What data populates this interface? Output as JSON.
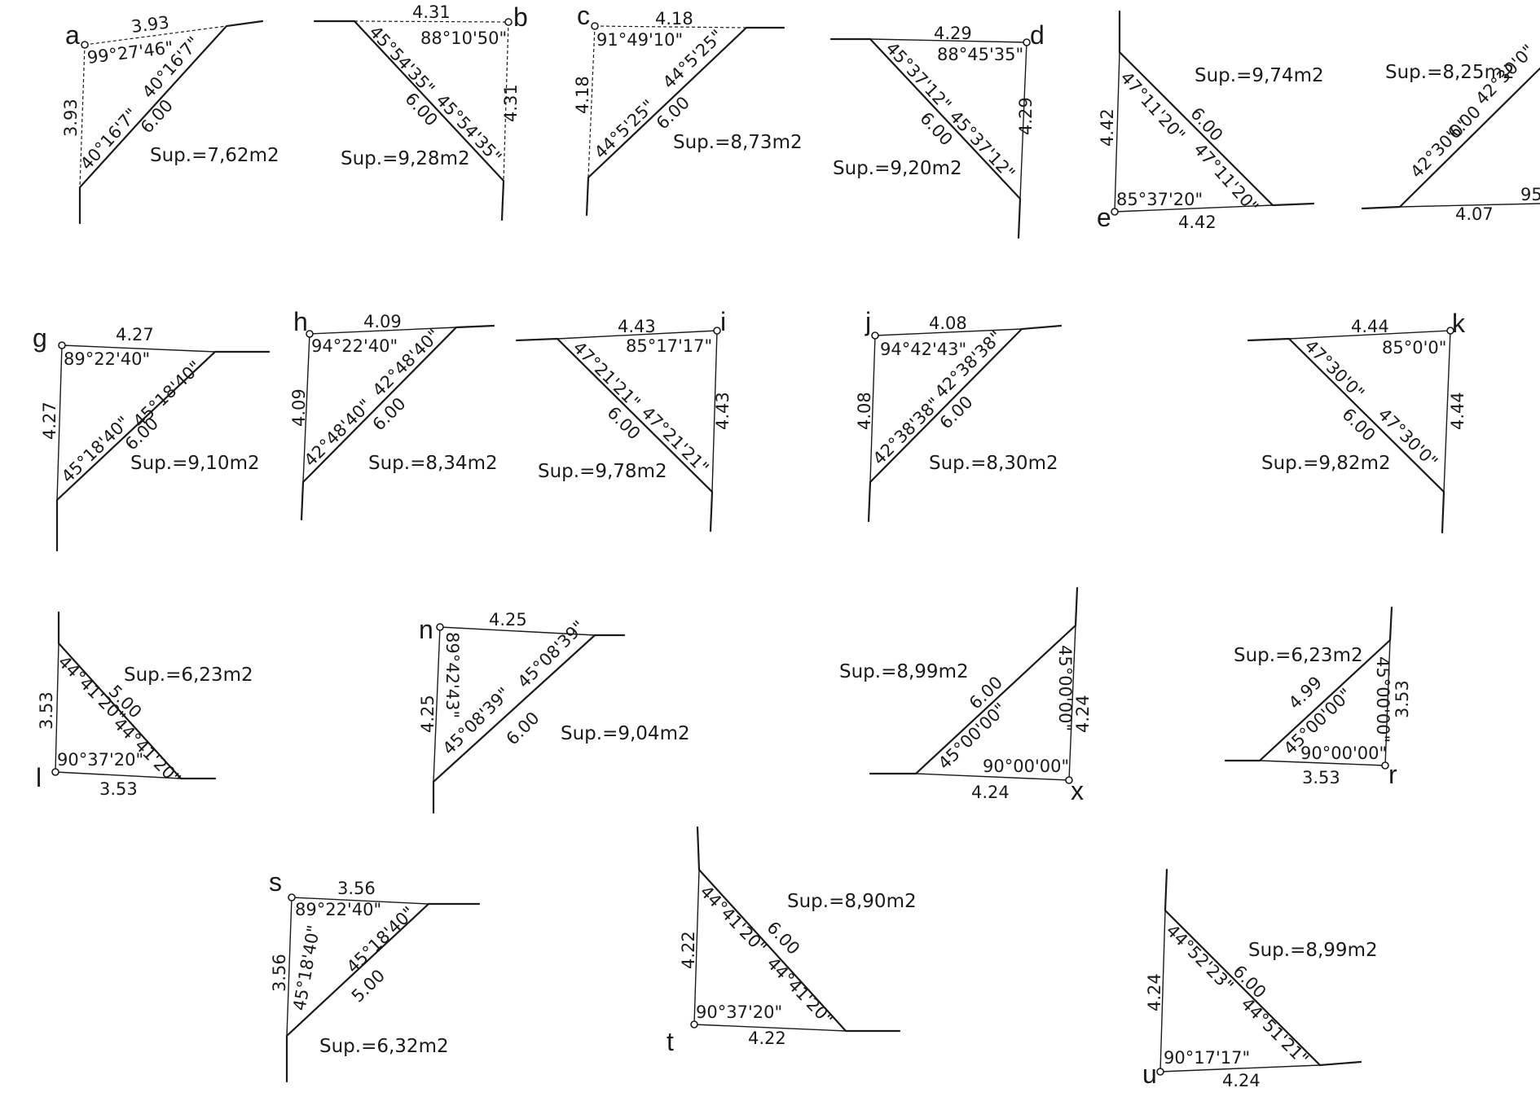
{
  "figures": {
    "a": {
      "letter": "a",
      "top": "3.93",
      "left": "3.93",
      "hyp": "6.00",
      "ang_corner": "99°27'46\"",
      "ang_top": "40°16'7\"",
      "ang_bot": "40°16'7\"",
      "area": "Sup.=7,62m2"
    },
    "b": {
      "letter": "b",
      "top": "4.31",
      "right": "4.31",
      "hyp": "6.00",
      "ang_corner": "88°10'50\"",
      "ang_top": "45°54'35\"",
      "ang_bot": "45°54'35\"",
      "area": "Sup.=9,28m2"
    },
    "c": {
      "letter": "c",
      "top": "4.18",
      "left": "4.18",
      "hyp": "6.00",
      "ang_corner": "91°49'10\"",
      "ang_top": "44°5'25\"",
      "ang_bot": "44°5'25\"",
      "area": "Sup.=8,73m2"
    },
    "d": {
      "letter": "d",
      "top": "4.29",
      "right": "4.29",
      "hyp": "6.00",
      "ang_corner": "88°45'35\"",
      "ang_top": "45°37'12\"",
      "ang_bot": "45°37'12\"",
      "area": "Sup.=9,20m2"
    },
    "e": {
      "letter": "e",
      "left": "4.42",
      "bottom": "4.42",
      "hyp": "6.00",
      "ang_corner": "85°37'20\"",
      "ang_top": "47°11'20\"",
      "ang_bot": "47°11'20\"",
      "area": "Sup.=9,74m2"
    },
    "f": {
      "bottom": "4.07",
      "hyp": "6.00",
      "ang_top": "42°30'0\"",
      "ang_bot": "42°30'0\"",
      "ang_corner": "95",
      "area": "Sup.=8,25m2"
    },
    "g": {
      "letter": "g",
      "top": "4.27",
      "left": "4.27",
      "hyp": "6.00",
      "ang_corner": "89°22'40\"",
      "ang_top": "45°18'40\"",
      "ang_bot": "45°18'40\"",
      "area": "Sup.=9,10m2"
    },
    "h": {
      "letter": "h",
      "top": "4.09",
      "left": "4.09",
      "hyp": "6.00",
      "ang_corner": "94°22'40\"",
      "ang_top": "42°48'40\"",
      "ang_bot": "42°48'40\"",
      "area": "Sup.=8,34m2"
    },
    "i": {
      "letter": "i",
      "top": "4.43",
      "right": "4.43",
      "hyp": "6.00",
      "ang_corner": "85°17'17\"",
      "ang_top": "47°21'21\"",
      "ang_bot": "47°21'21\"",
      "area": "Sup.=9,78m2"
    },
    "j": {
      "letter": "j",
      "top": "4.08",
      "left": "4.08",
      "hyp": "6.00",
      "ang_corner": "94°42'43\"",
      "ang_top": "42°38'38\"",
      "ang_bot": "42°38'38\"",
      "area": "Sup.=8,30m2"
    },
    "k": {
      "letter": "k",
      "top": "4.44",
      "right": "4.44",
      "hyp": "6.00",
      "ang_corner": "85°0'0\"",
      "ang_top": "47°30'0\"",
      "ang_bot": "47°30'0\"",
      "area": "Sup.=9,82m2"
    },
    "l": {
      "letter": "l",
      "left": "3.53",
      "bottom": "3.53",
      "hyp": "5.00",
      "ang_corner": "90°37'20\"",
      "ang_top": "44°41'20\"",
      "ang_bot": "44°41'20\"",
      "area": "Sup.=6,23m2"
    },
    "n": {
      "letter": "n",
      "top": "4.25",
      "left": "4.25",
      "hyp": "6.00",
      "ang_corner": "89°42'43\"",
      "ang_top": "45°08'39\"",
      "ang_bot": "45°08'39\"",
      "area": "Sup.=9,04m2"
    },
    "x": {
      "letter": "x",
      "right": "4.24",
      "bottom": "4.24",
      "hyp": "6.00",
      "ang_corner": "90°00'00\"",
      "ang_top": "45°00'00\"",
      "ang_bot": "45°00'00\"",
      "area": "Sup.=8,99m2"
    },
    "r": {
      "letter": "r",
      "right": "3.53",
      "bottom": "3.53",
      "hyp": "4.99",
      "ang_corner": "90°00'00\"",
      "ang_top": "45°00'00\"",
      "ang_bot": "45°00'00\"",
      "area": "Sup.=6,23m2"
    },
    "s": {
      "letter": "s",
      "top": "3.56",
      "left": "3.56",
      "hyp": "5.00",
      "ang_corner": "89°22'40\"",
      "ang_top": "45°18'40\"",
      "ang_bot": "45°18'40\"",
      "area": "Sup.=6,32m2"
    },
    "t": {
      "letter": "t",
      "left": "4.22",
      "bottom": "4.22",
      "hyp": "6.00",
      "ang_corner": "90°37'20\"",
      "ang_top": "44°41'20\"",
      "ang_bot": "44°41'20\"",
      "area": "Sup.=8,90m2"
    },
    "u": {
      "letter": "u",
      "left": "4.24",
      "bottom": "4.24",
      "hyp": "6.00",
      "ang_corner": "90°17'17\"",
      "ang_top": "44°52'23\"",
      "ang_bot": "44°51'21\"",
      "area": "Sup.=8,99m2"
    }
  }
}
